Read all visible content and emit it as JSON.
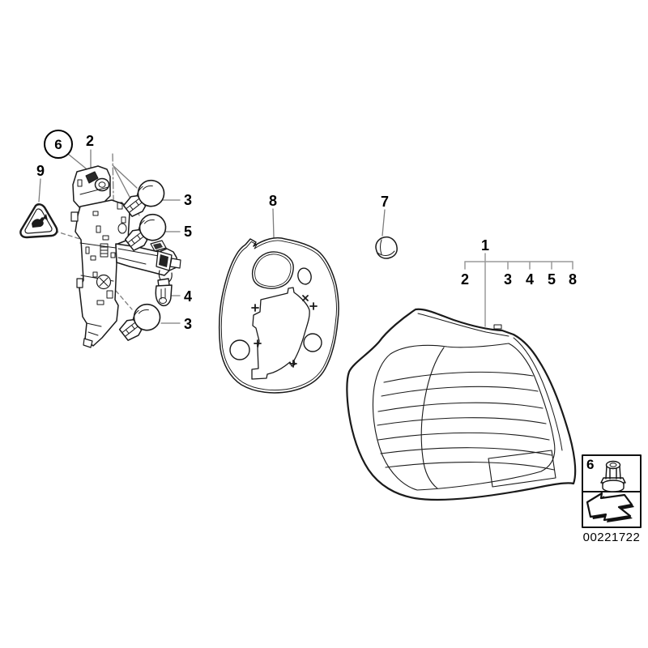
{
  "diagram": {
    "type": "parts-diagram",
    "background": "#ffffff",
    "colors": {
      "line": "#1a1a1a",
      "leader": "#7d7d7d",
      "bracket": "#9a9a9a",
      "dark_fill": "#2a2a2a"
    }
  },
  "callouts": {
    "carrier_nut_circled": "6",
    "bulb_carrier": "2",
    "warning_label": "9",
    "bulb_upper": "3",
    "bulb_mid": "5",
    "bulb_wedge": "4",
    "bulb_lower": "3",
    "gasket": "8",
    "grommet": "7",
    "rear_light": "1",
    "rear_light_refs": [
      "2",
      "3",
      "4",
      "5",
      "8"
    ],
    "legend_nut": "6"
  },
  "legend": {
    "part_number": "00221722"
  },
  "icons": {
    "warning_triangle": "warning-triangle-icon",
    "plastic_nut": "plastic-nut-icon",
    "direction_arrow": "direction-arrow-icon"
  }
}
